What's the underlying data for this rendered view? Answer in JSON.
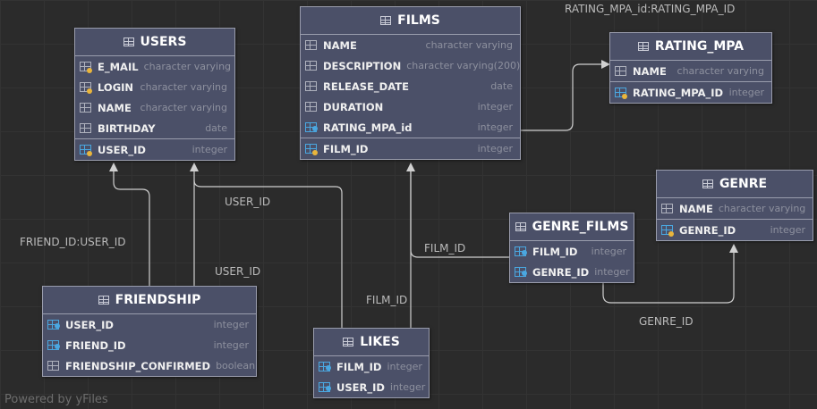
{
  "watermark": "Powered by yFiles",
  "entities": {
    "users": {
      "title": "USERS",
      "columns": [
        {
          "name": "E_MAIL",
          "type": "character varying",
          "icon": "column-icon"
        },
        {
          "name": "LOGIN",
          "type": "character varying",
          "icon": "column-icon"
        },
        {
          "name": "NAME",
          "type": "character varying",
          "icon": "column-icon"
        },
        {
          "name": "BIRTHDAY",
          "type": "date",
          "icon": "column-icon"
        }
      ],
      "keys": [
        {
          "name": "USER_ID",
          "type": "integer",
          "icon": "primary-key-icon"
        }
      ]
    },
    "films": {
      "title": "FILMS",
      "columns": [
        {
          "name": "NAME",
          "type": "character varying",
          "icon": "column-icon"
        },
        {
          "name": "DESCRIPTION",
          "type": "character varying(200)",
          "icon": "column-icon"
        },
        {
          "name": "RELEASE_DATE",
          "type": "date",
          "icon": "column-icon"
        },
        {
          "name": "DURATION",
          "type": "integer",
          "icon": "column-icon"
        },
        {
          "name": "RATING_MPA_id",
          "type": "integer",
          "icon": "foreign-key-icon"
        }
      ],
      "keys": [
        {
          "name": "FILM_ID",
          "type": "integer",
          "icon": "primary-key-icon"
        }
      ]
    },
    "rating_mpa": {
      "title": "RATING_MPA",
      "columns": [
        {
          "name": "NAME",
          "type": "character varying",
          "icon": "column-icon"
        }
      ],
      "keys": [
        {
          "name": "RATING_MPA_ID",
          "type": "integer",
          "icon": "primary-key-icon"
        }
      ]
    },
    "genre": {
      "title": "GENRE",
      "columns": [
        {
          "name": "NAME",
          "type": "character varying",
          "icon": "column-icon"
        }
      ],
      "keys": [
        {
          "name": "GENRE_ID",
          "type": "integer",
          "icon": "primary-key-icon"
        }
      ]
    },
    "genre_films": {
      "title": "GENRE_FILMS",
      "columns": [
        {
          "name": "FILM_ID",
          "type": "integer",
          "icon": "foreign-key-icon"
        },
        {
          "name": "GENRE_ID",
          "type": "integer",
          "icon": "foreign-key-icon"
        }
      ],
      "keys": []
    },
    "friendship": {
      "title": "FRIENDSHIP",
      "columns": [
        {
          "name": "USER_ID",
          "type": "integer",
          "icon": "foreign-key-icon"
        },
        {
          "name": "FRIEND_ID",
          "type": "integer",
          "icon": "foreign-key-icon"
        },
        {
          "name": "FRIENDSHIP_CONFIRMED",
          "type": "boolean",
          "icon": "column-icon"
        }
      ],
      "keys": []
    },
    "likes": {
      "title": "LIKES",
      "columns": [
        {
          "name": "FILM_ID",
          "type": "integer",
          "icon": "foreign-key-icon"
        },
        {
          "name": "USER_ID",
          "type": "integer",
          "icon": "foreign-key-icon"
        }
      ],
      "keys": []
    }
  },
  "relation_labels": {
    "films_rating": "RATING_MPA_id:RATING_MPA_ID",
    "friendship_friend_id": "FRIEND_ID:USER_ID",
    "likes_user_id": "USER_ID",
    "friendship_user_id": "USER_ID",
    "genre_films_film_id": "FILM_ID",
    "likes_film_id": "FILM_ID",
    "genre_films_genre_id": "GENRE_ID"
  }
}
